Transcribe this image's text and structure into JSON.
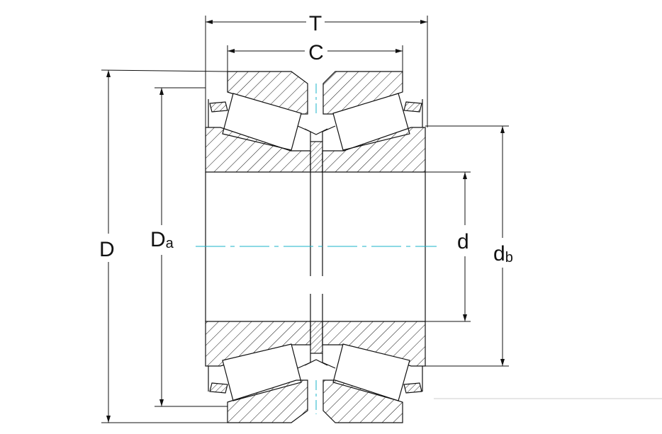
{
  "labels": {
    "T": "T",
    "C": "C",
    "D": "D",
    "Da_main": "D",
    "Da_sub": "a",
    "d": "d",
    "db_main": "d",
    "db_sub": "b"
  },
  "colors": {
    "line": "#111111",
    "axis": "#19b3c8",
    "background": "#ffffff"
  }
}
